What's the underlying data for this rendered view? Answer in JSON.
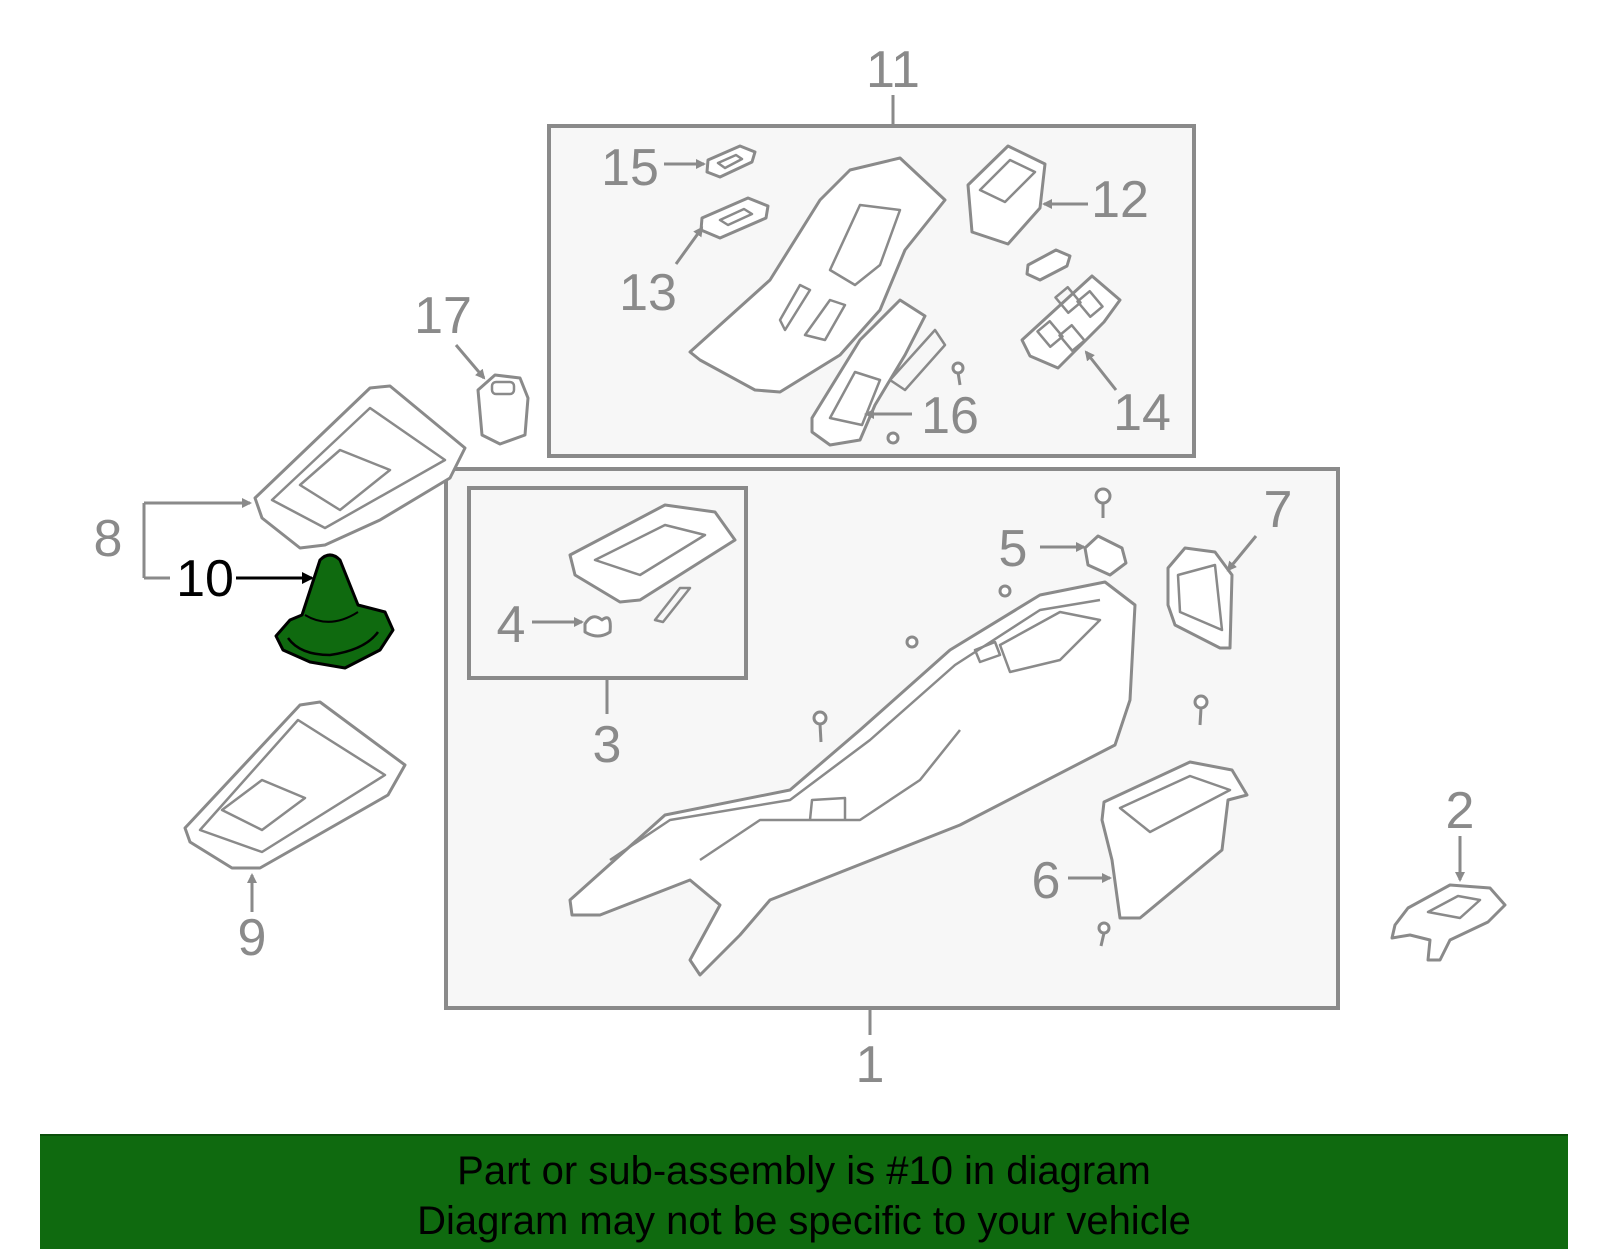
{
  "callouts": {
    "c1": "1",
    "c2": "2",
    "c3": "3",
    "c4": "4",
    "c5": "5",
    "c6": "6",
    "c7": "7",
    "c8": "8",
    "c9": "9",
    "c10": "10",
    "c11": "11",
    "c12": "12",
    "c13": "13",
    "c14": "14",
    "c15": "15",
    "c16": "16",
    "c17": "17"
  },
  "highlight": {
    "part": "10",
    "color": "#0f6a0f"
  },
  "banner": {
    "line1": "Part or sub-assembly is #10 in diagram",
    "line2": "Diagram may not be specific to your vehicle"
  }
}
